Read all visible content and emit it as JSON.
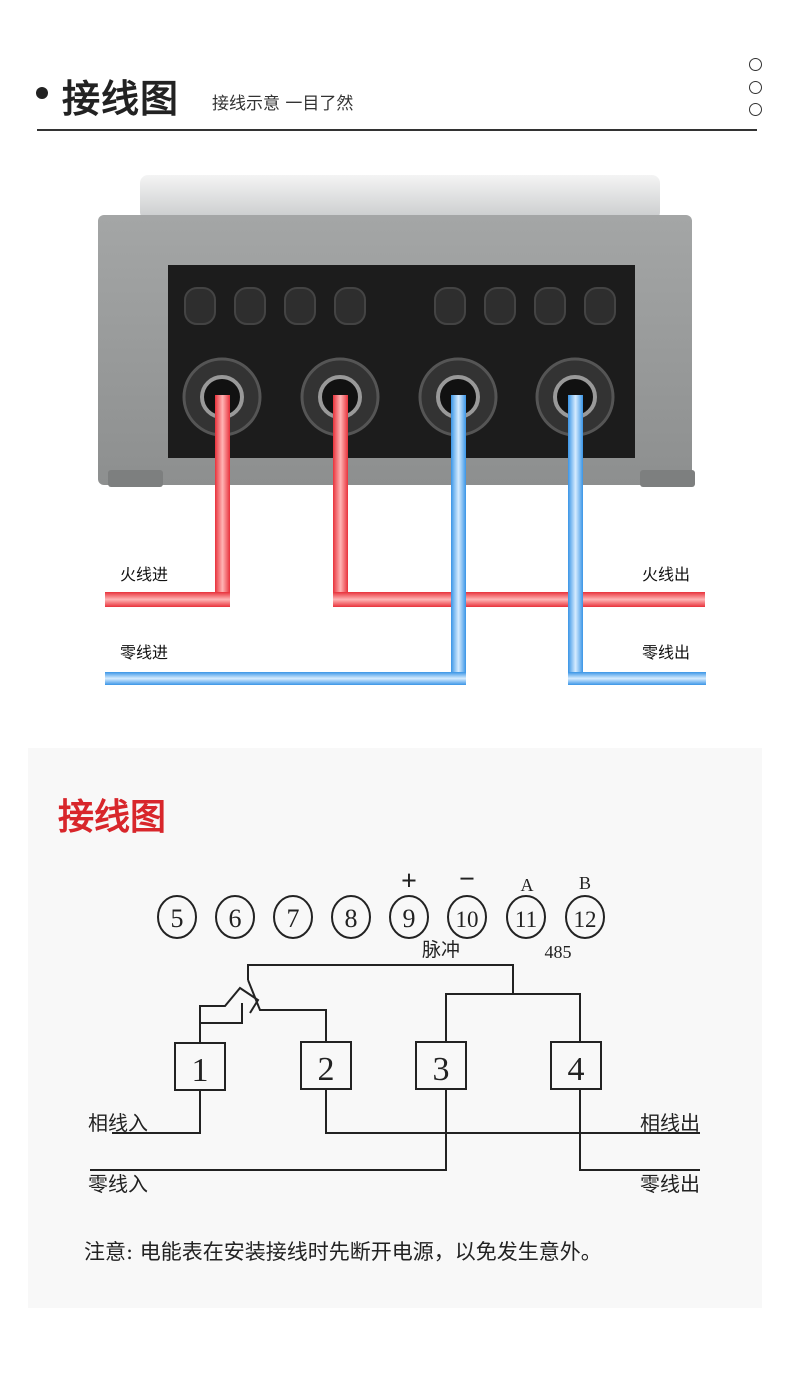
{
  "header": {
    "title": "接线图",
    "subtitle": "接线示意 一目了然"
  },
  "photo": {
    "labels": {
      "live_in": "火线进",
      "live_out": "火线出",
      "neutral_in": "零线进",
      "neutral_out": "零线出"
    },
    "colors": {
      "live": "#e8323b",
      "neutral": "#3a95e6"
    }
  },
  "schematic": {
    "title": "接线图",
    "terminals_top": [
      "5",
      "6",
      "7",
      "8",
      "9",
      "10",
      "11",
      "12"
    ],
    "polarity": {
      "plus": "+",
      "minus": "−",
      "a": "A",
      "b": "B"
    },
    "pulse_label": "脉冲",
    "rs485_label": "485",
    "terminals_main": [
      "1",
      "2",
      "3",
      "4"
    ],
    "labels": {
      "phase_in": "相线入",
      "phase_out": "相线出",
      "neutral_in": "零线入",
      "neutral_out": "零线出"
    },
    "note": "注意: 电能表在安装接线时先断开电源，以免发生意外。"
  }
}
